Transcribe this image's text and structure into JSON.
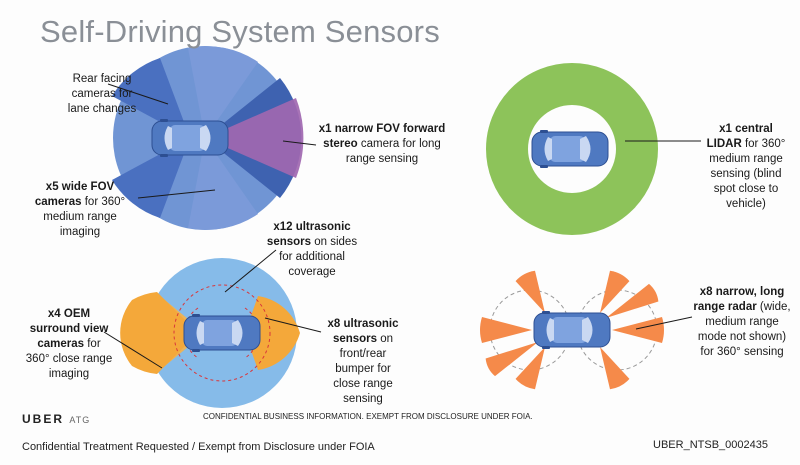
{
  "title": "Self-Driving System Sensors",
  "labels": {
    "rear_cameras": "Rear facing cameras for lane changes",
    "narrow_fov_bold": "x1 narrow FOV forward stereo",
    "narrow_fov_rest": "camera for long range sensing",
    "wide_fov_bold": "x5 wide FOV cameras",
    "wide_fov_rest": "for 360° medium range imaging",
    "lidar_bold": "x1 central LIDAR",
    "lidar_rest": "for 360° medium range sensing (blind spot close to vehicle)",
    "ultra12_bold": "x12 ultrasonic sensors",
    "ultra12_rest": "on sides for additional coverage",
    "oem_bold": "x4 OEM surround view cameras",
    "oem_rest": "for 360° close range imaging",
    "ultra8_bold": "x8 ultrasonic sensors",
    "ultra8_rest": "on front/rear bumper for close range sensing",
    "radar_bold": "x8 narrow, long range radar",
    "radar_rest": "(wide, medium range mode not shown) for 360° sensing"
  },
  "footer": {
    "logo": "UBER",
    "logo_sub": "ATG",
    "confidential": "CONFIDENTIAL BUSINESS INFORMATION. EXEMPT FROM DISCLOSURE UNDER FOIA.",
    "treatment": "Confidential Treatment Requested / Exempt from Disclosure under FOIA",
    "bates": "UBER_NTSB_0002435"
  },
  "colors": {
    "camera_blue": "#5f88cf",
    "camera_dark": "#3f63b3",
    "stereo_purple": "#9c5aa8",
    "lidar_green": "#8dc35a",
    "ultrasonic_blue": "#80b6e8",
    "oem_orange": "#f5b24a",
    "radar_orange": "#f58a4a",
    "car_blue": "#4f79c1"
  }
}
